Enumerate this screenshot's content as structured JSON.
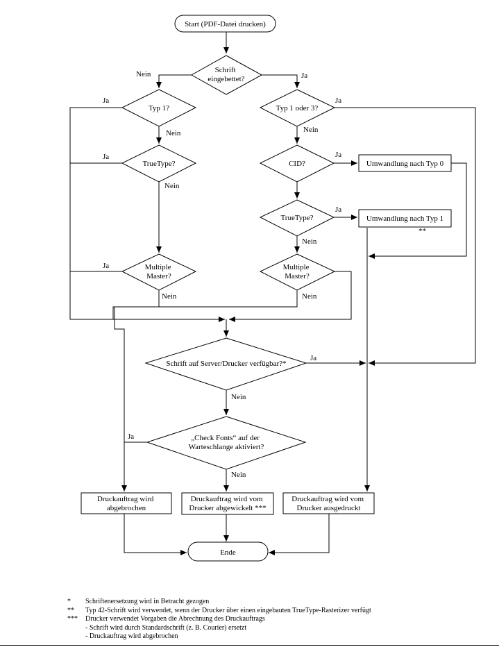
{
  "start": "Start (PDF-Datei drucken)",
  "end": "Ende",
  "decisions": {
    "embedded": [
      "Schrift",
      "eingebettet?"
    ],
    "type1": [
      "Typ 1?"
    ],
    "truetype_left": [
      "TrueType?"
    ],
    "mm_left": [
      "Multiple",
      "Master?"
    ],
    "type1or3": [
      "Typ 1 oder 3?"
    ],
    "cid": [
      "CID?"
    ],
    "truetype_right": [
      "TrueType?"
    ],
    "mm_right": [
      "Multiple",
      "Master?"
    ],
    "available": [
      "Schrift auf Server/Drucker verfügbar?*"
    ],
    "checkfonts": [
      "„Check Fonts“ auf der",
      "Warteschlange aktiviert?"
    ]
  },
  "processes": {
    "conv0": [
      "Umwandlung nach Typ 0"
    ],
    "conv1": [
      "Umwandlung nach Typ 1"
    ],
    "aborted": [
      "Druckauftrag wird",
      "abgebrochen"
    ],
    "processed": [
      "Druckauftrag wird vom",
      "Drucker abgewickelt ***"
    ],
    "printed": [
      "Druckauftrag wird vom",
      "Drucker ausgedruckt"
    ]
  },
  "labels": {
    "yes": "Ja",
    "no": "Nein",
    "conv1_note": "**"
  },
  "footnotes": [
    {
      "mark": "*",
      "text": "Schriftenersetzung wird in Betracht gezogen"
    },
    {
      "mark": "**",
      "text": "Typ 42-Schrift wird verwendet, wenn der Drucker über einen eingebauten TrueType-Rasterizer verfügt"
    },
    {
      "mark": "***",
      "text": "Drucker verwendet Vorgaben die Abrechnung des Druckauftrags"
    }
  ],
  "footnote_subitems": [
    "- Schrift wird durch Standardschrift (z. B. Courier) ersetzt",
    "- Druckauftrag wird abgebrochen"
  ]
}
